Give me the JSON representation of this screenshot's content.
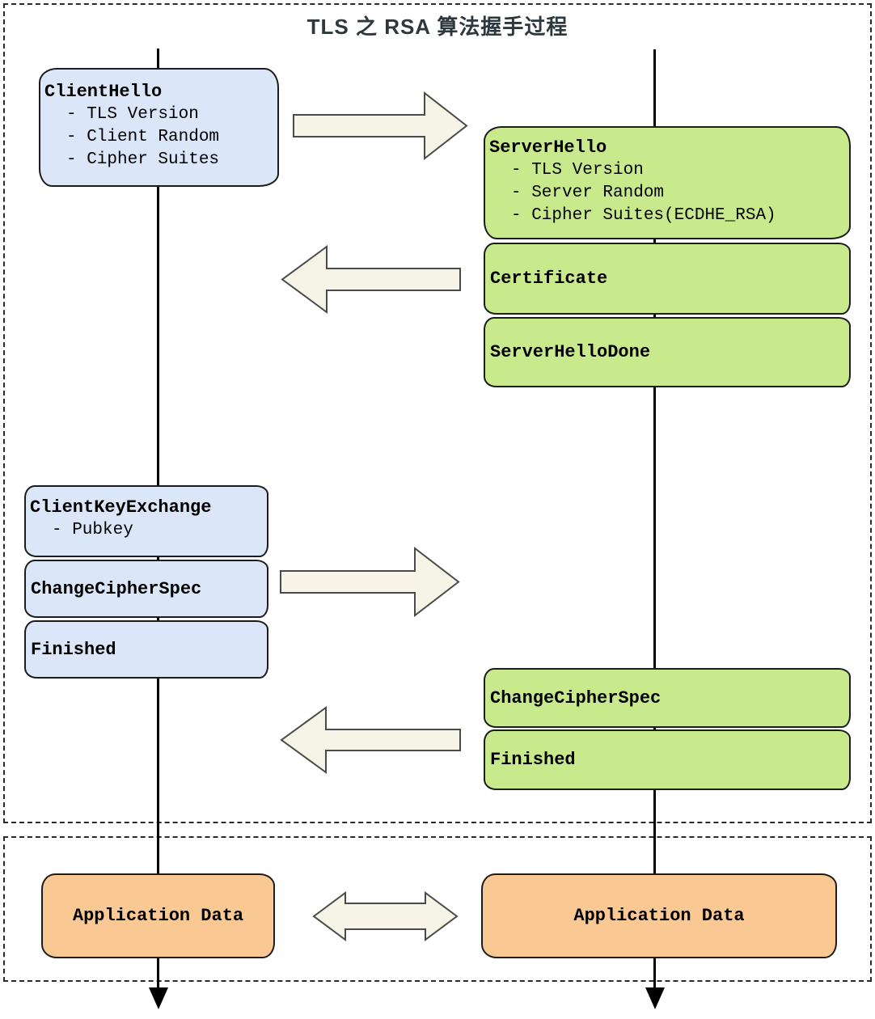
{
  "title": "TLS 之 RSA 算法握手过程",
  "client": {
    "hello": {
      "title": "ClientHello",
      "items": [
        "- TLS Version",
        "- Client Random",
        "- Cipher Suites"
      ]
    },
    "key_exchange": {
      "title": "ClientKeyExchange",
      "items": [
        "- Pubkey"
      ]
    },
    "change_cipher_spec": "ChangeCipherSpec",
    "finished": "Finished",
    "application_data": "Application Data"
  },
  "server": {
    "hello": {
      "title": "ServerHello",
      "items": [
        "- TLS Version",
        "- Server Random",
        "- Cipher Suites(ECDHE_RSA)"
      ]
    },
    "certificate": "Certificate",
    "server_hello_done": "ServerHelloDone",
    "change_cipher_spec": "ChangeCipherSpec",
    "finished": "Finished",
    "application_data": "Application Data"
  },
  "colors": {
    "client_box": "#dbe7f8",
    "server_box": "#c9ea8c",
    "application_box": "#f9c893",
    "arrow_fill": "#f6f4e6",
    "arrow_stroke": "#4a4a4a",
    "box_border": "#1c1c1c",
    "title_text": "#2d383e",
    "lifeline": "#000000"
  }
}
